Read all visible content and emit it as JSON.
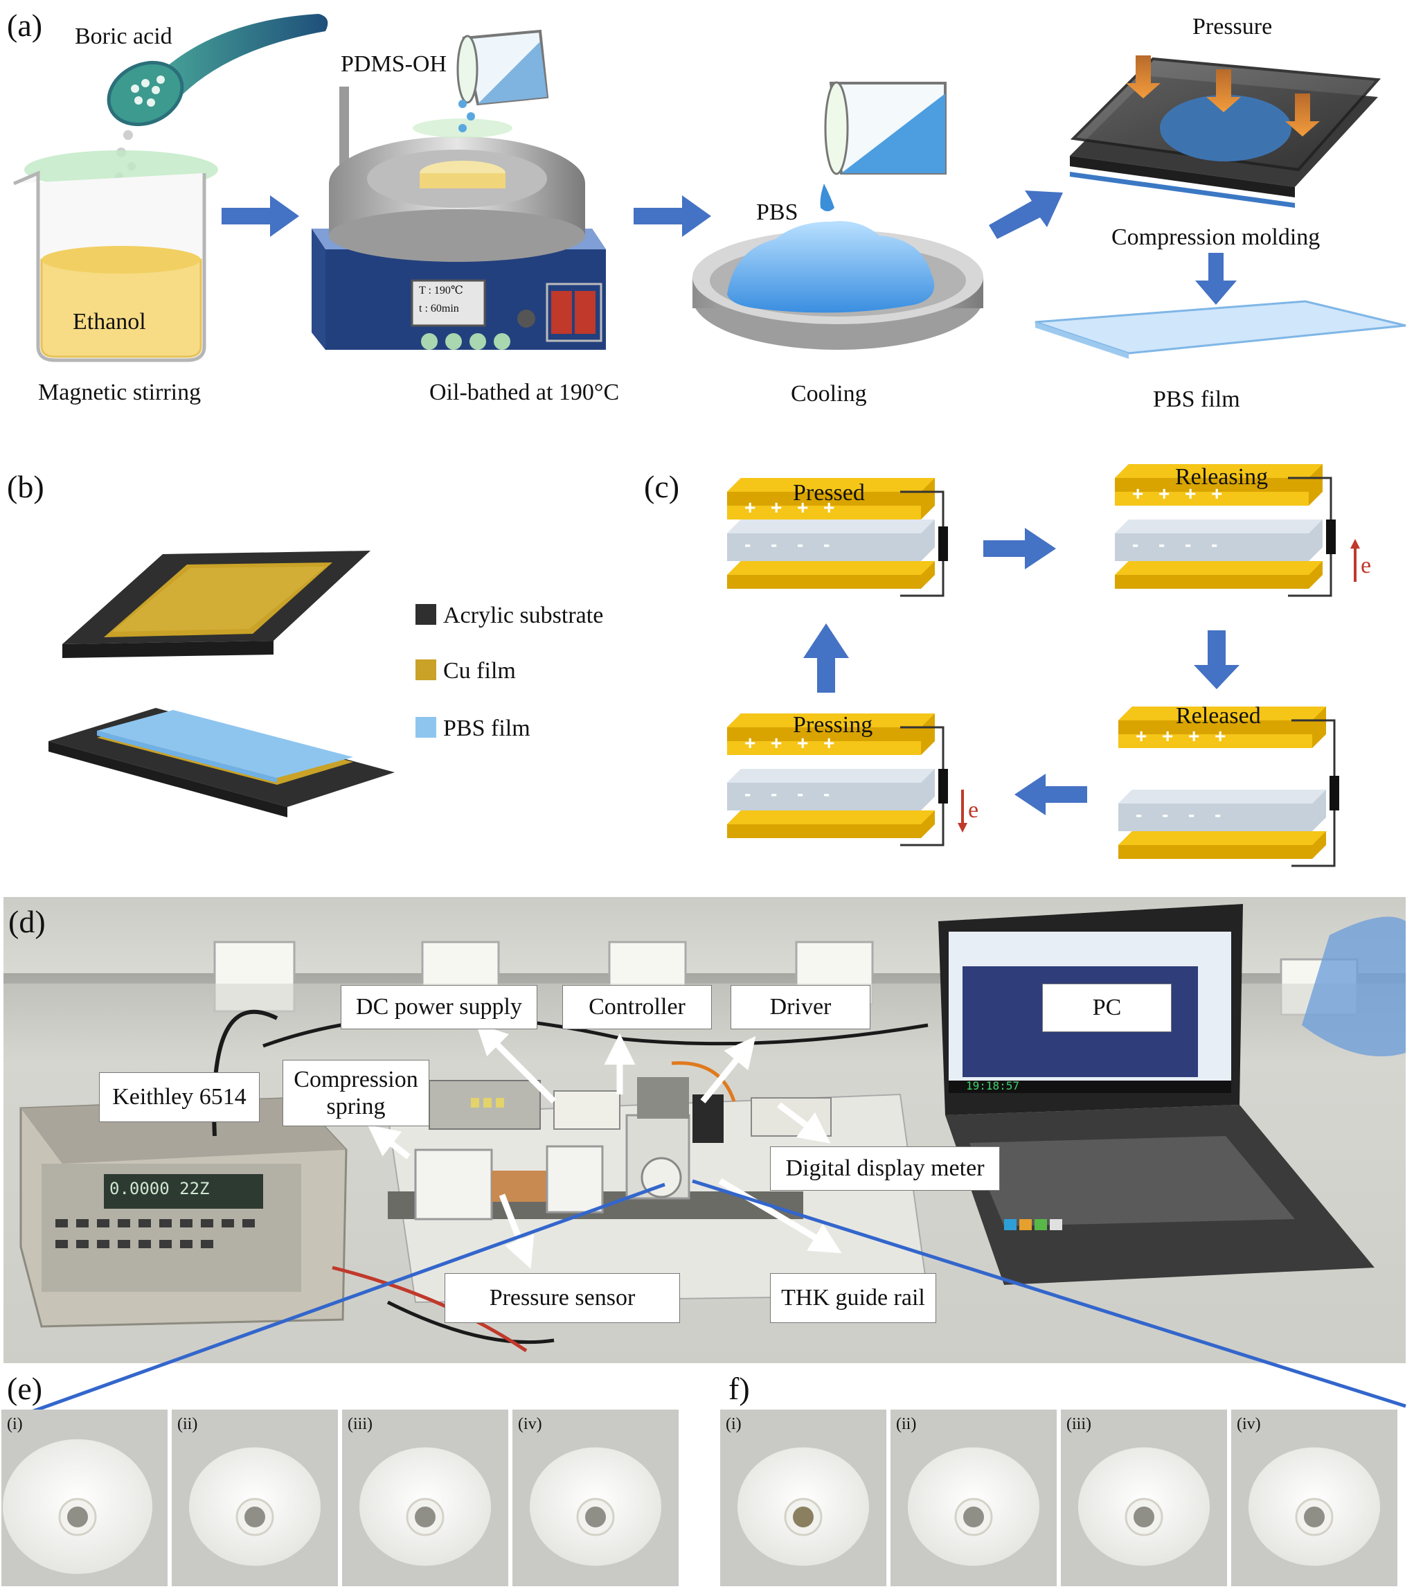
{
  "panel_a": {
    "letter": "(a)",
    "boric_acid": "Boric acid",
    "ethanol": "Ethanol",
    "magnetic_stirring": "Magnetic stirring",
    "pdms_oh": "PDMS-OH",
    "display_line1": "T :  190℃",
    "display_line2": "t :   60min",
    "oil_bath": "Oil-bathed at 190°C",
    "pbs": "PBS",
    "cooling": "Cooling",
    "pressure": "Pressure",
    "compression_molding": "Compression molding",
    "pbs_film": "PBS film"
  },
  "panel_b": {
    "letter": "(b)",
    "legend": [
      {
        "label": "Acrylic substrate",
        "color": "#2f2f2f"
      },
      {
        "label": "Cu film",
        "color": "#c9a227"
      },
      {
        "label": "PBS film",
        "color": "#8ec5ef"
      }
    ]
  },
  "panel_c": {
    "letter": "(c)",
    "pressed": "Pressed",
    "releasing": "Releasing",
    "released": "Released",
    "pressing": "Pressing",
    "electron_up": "e",
    "electron_down": "e",
    "plus": "+",
    "minus": "-"
  },
  "panel_d": {
    "letter": "(d)",
    "dc_power_supply": "DC power supply",
    "controller": "Controller",
    "driver": "Driver",
    "pc": "PC",
    "keithley": "Keithley 6514",
    "compression_spring_1": "Compression",
    "compression_spring_2": "spring",
    "digital_display_meter": "Digital display meter",
    "pressure_sensor": "Pressure sensor",
    "thk_guide_rail": "THK guide rail",
    "meter_readout": "0.0000  22Z",
    "screen_clock": "19:18:57"
  },
  "panel_e": {
    "letter": "(e)",
    "labels": [
      "(i)",
      "(ii)",
      "(iii)",
      "(iv)"
    ]
  },
  "panel_f": {
    "letter": "f)",
    "labels": [
      "(i)",
      "(ii)",
      "(iii)",
      "(iv)"
    ]
  },
  "colors": {
    "arrow_blue": "#4472c4",
    "gold": "#f5c518",
    "gold_dark": "#d9a400",
    "film_blue": "#8ec5ef",
    "electron_red": "#c0392b",
    "device_blue": "#2a4a8a"
  }
}
